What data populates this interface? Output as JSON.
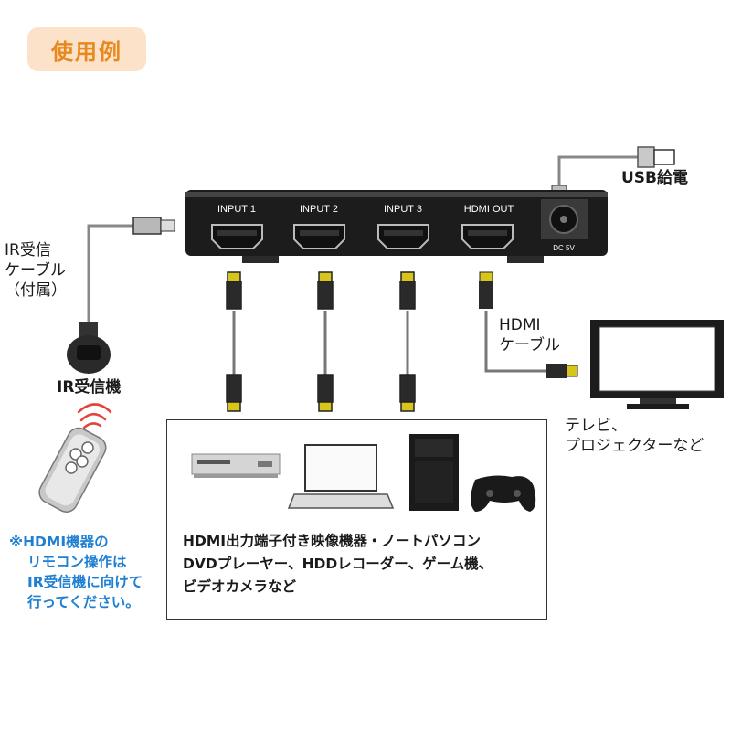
{
  "badge": "使用例",
  "device": {
    "ports": [
      "INPUT 1",
      "INPUT 2",
      "INPUT 3",
      "HDMI OUT"
    ],
    "dc_label": "DC 5V"
  },
  "labels": {
    "usb": "USB給電",
    "ir_cable": [
      "IR受信",
      "ケーブル",
      "（付属）"
    ],
    "ir_receiver": "IR受信機",
    "hdmi_cable": [
      "HDMI",
      "ケーブル"
    ],
    "tv": [
      "テレビ、",
      "プロジェクターなど"
    ]
  },
  "sources": [
    "HDMI出力端子付き映像機器・ノートパソコン",
    "DVDプレーヤー、HDDレコーダー、ゲーム機、",
    "ビデオカメラなど"
  ],
  "note": [
    "※HDMI機器の",
    "リモコン操作は",
    "IR受信機に向けて",
    "行ってください。"
  ],
  "colors": {
    "badge_bg": "#fbe2c9",
    "badge_text": "#e8891f",
    "note_text": "#1e7fd3",
    "connector": "#d8c51b",
    "device": "#1c1c1c"
  }
}
